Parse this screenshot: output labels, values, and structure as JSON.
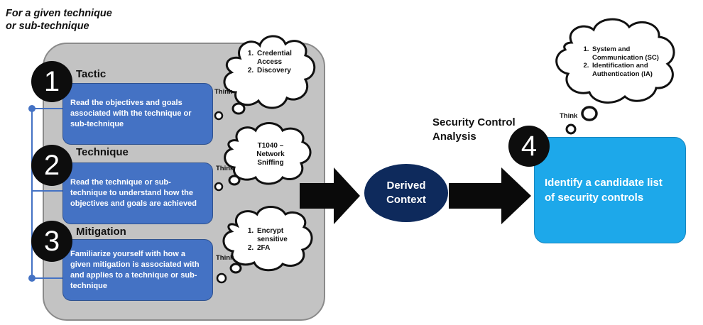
{
  "intro_label": "For a given technique or sub-technique",
  "think_label": "Think",
  "steps": [
    {
      "number": "1",
      "heading": "Tactic",
      "description": "Read the objectives and goals associated with the technique or sub-technique",
      "thought_items": [
        "Credential Access",
        "Discovery"
      ]
    },
    {
      "number": "2",
      "heading": "Technique",
      "description": "Read the technique or sub-technique to understand how the objectives and goals are achieved",
      "thought_text": "T1040 – Network Sniffing"
    },
    {
      "number": "3",
      "heading": "Mitigation",
      "description": "Familiarize yourself with how a given mitigation is associated with and applies to a technique or sub-technique",
      "thought_items": [
        "Encrypt sensitive",
        "2FA"
      ]
    }
  ],
  "derived_context": "Derived Context",
  "analysis_label": "Security Control Analysis",
  "final_step": {
    "number": "4",
    "description": "Identify a candidate list of security controls",
    "thought_items": [
      "System and Communication (SC)",
      "Identification and Authentication (IA)"
    ]
  },
  "colors": {
    "panel": "#c3c3c3",
    "step_box": "#4472c4",
    "badge": "#0d0d0d",
    "derived": "#0e2a5c",
    "final_box": "#1da8ea",
    "connector": "#4472c4"
  }
}
